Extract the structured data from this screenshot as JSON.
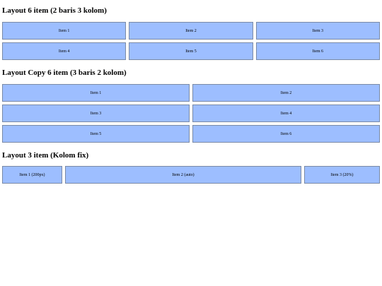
{
  "sections": [
    {
      "title": "Layout 6 item (2 baris 3 kolom)",
      "items": [
        "Item 1",
        "Item 2",
        "Item 3",
        "Item 4",
        "Item 5",
        "Item 6"
      ]
    },
    {
      "title": "Layout Copy 6 item (3 baris 2 kolom)",
      "items": [
        "Item 1",
        "Item 2",
        "Item 3",
        "Item 4",
        "Item 5",
        "Item 6"
      ]
    },
    {
      "title": "Layout 3 item (Kolom fix)",
      "items": [
        "Item 1 (200px)",
        "Item 2 (auto)",
        "Item 3 (20%)"
      ]
    }
  ],
  "colors": {
    "item_background": "#9dbeff",
    "item_border": "#7a8aa6"
  }
}
